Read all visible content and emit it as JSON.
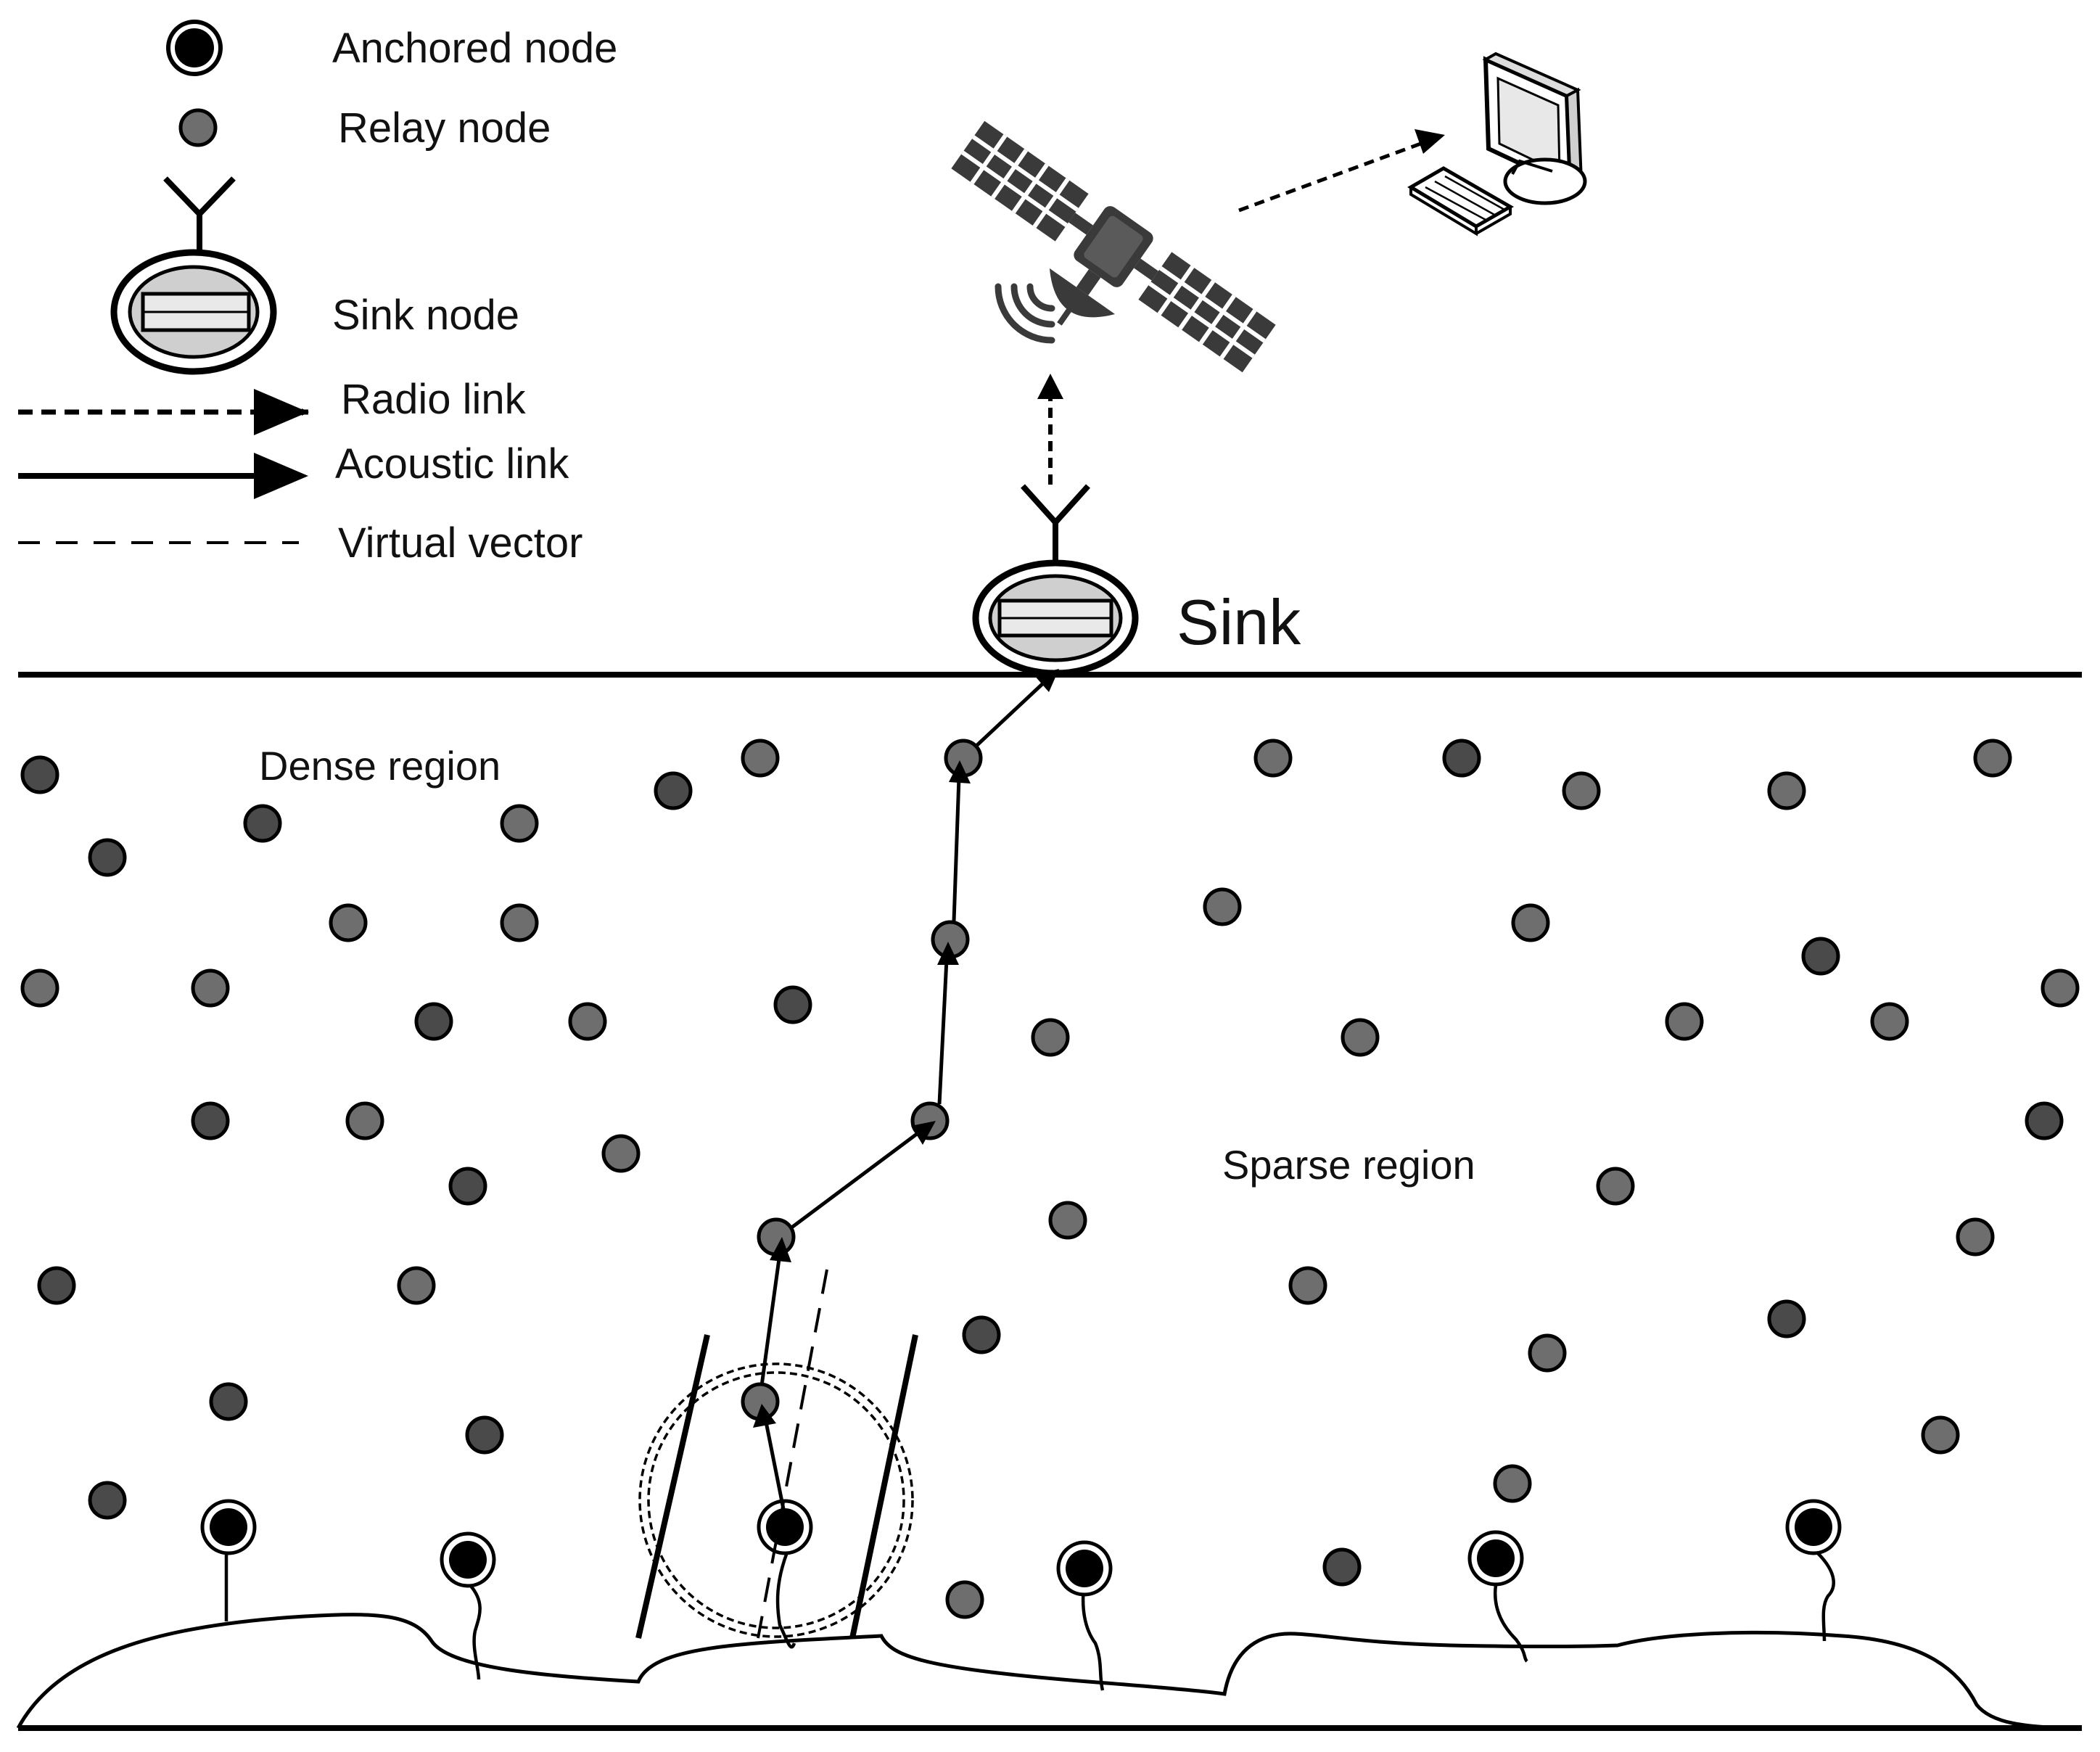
{
  "legend": {
    "anchored_node": "Anchored node",
    "relay_node": "Relay node",
    "sink_node": "Sink node",
    "radio_link": "Radio link",
    "acoustic_link": "Acoustic link",
    "virtual_vector": "Virtual vector"
  },
  "labels": {
    "sink": "Sink",
    "dense_region": "Dense region",
    "sparse_region": "Sparse region"
  },
  "colors": {
    "relay_fill": "#6e6e6e",
    "relay_fill_dark": "#4a4a4a",
    "anchor_fill": "#000000",
    "line": "#000000",
    "sink_shell": "#cfcfcf"
  },
  "icons": [
    "satellite-icon",
    "computer-icon",
    "antenna-icon"
  ]
}
